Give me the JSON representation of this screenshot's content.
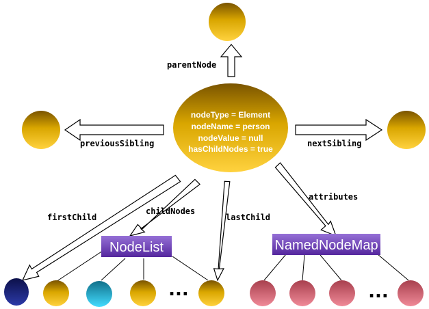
{
  "center_node": {
    "lines": [
      "nodeType = Element",
      "nodeName = person",
      "nodeValue = null",
      "hasChildNodes = true"
    ]
  },
  "labels": {
    "parentNode": "parentNode",
    "previousSibling": "previousSibling",
    "nextSibling": "nextSibling",
    "firstChild": "firstChild",
    "childNodes": "childNodes",
    "lastChild": "lastChild",
    "attributes": "attributes"
  },
  "boxes": {
    "nodelist": "NodeList",
    "namednodemap": "NamedNodeMap"
  },
  "ellipsis": "...",
  "colors": {
    "gold": "#d9a600",
    "navy": "#1a237e",
    "cyan": "#1fb6d9",
    "pink": "#e06c7c",
    "box_purple": "#6a3fb3"
  }
}
